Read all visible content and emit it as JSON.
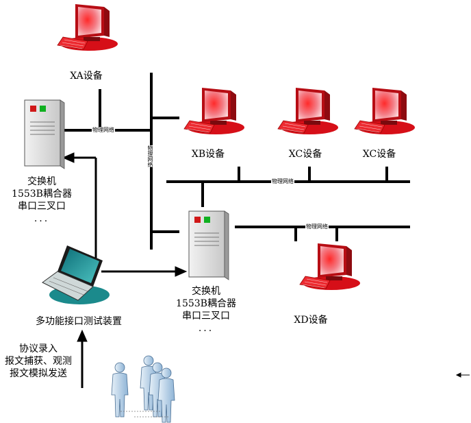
{
  "devices": {
    "xa": "XA设备",
    "xb": "XB设备",
    "xc1": "XC设备",
    "xc2": "XC设备",
    "xd": "XD设备"
  },
  "switch_left": [
    "交换机",
    "1553B耦合器",
    "串口三叉口",
    "..."
  ],
  "switch_center": [
    "交换机",
    "1553B耦合器",
    "串口三叉口",
    "..."
  ],
  "tester": "多功能接口测试装置",
  "operator_tasks": [
    "协议录入",
    "报文捕获、观测",
    "报文模拟发送"
  ],
  "network_label": "物理网络",
  "colors": {
    "monitor_red": "#e8141e",
    "screen_pink": "#f7a6ac",
    "laptop_teal": "#1f8f96",
    "person_blue": "#b7d3ea"
  }
}
